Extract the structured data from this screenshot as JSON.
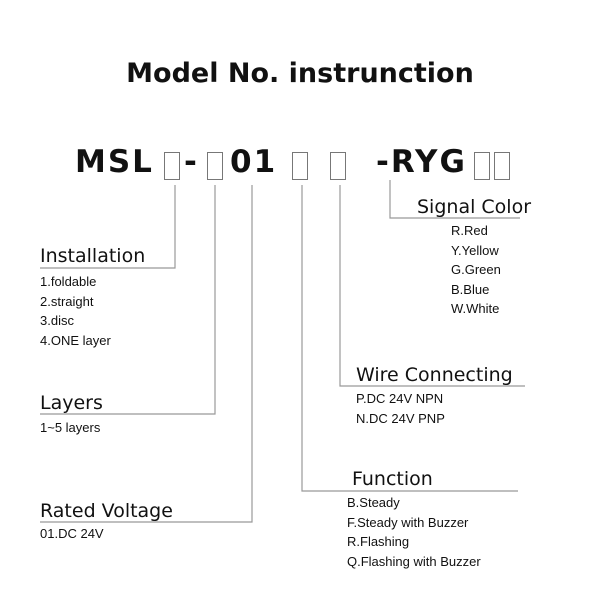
{
  "title": "Model No. instrunction",
  "code": {
    "prefix": "MSL",
    "dash1": "-",
    "mid": "01",
    "dash2": "-RYG"
  },
  "sections": {
    "signal_color": {
      "heading": "Signal Color",
      "items": [
        "R.Red",
        "Y.Yellow",
        "G.Green",
        "B.Blue",
        "W.White"
      ]
    },
    "installation": {
      "heading": "Installation",
      "items": [
        "1.foldable",
        "2.straight",
        "3.disc",
        "4.ONE layer"
      ]
    },
    "wire_connecting": {
      "heading": "Wire Connecting",
      "items": [
        "P.DC 24V NPN",
        "N.DC 24V PNP"
      ]
    },
    "layers": {
      "heading": "Layers",
      "items": [
        "1~5 layers"
      ]
    },
    "function": {
      "heading": "Function",
      "items": [
        "B.Steady",
        "F.Steady with Buzzer",
        "R.Flashing",
        "Q.Flashing with Buzzer"
      ]
    },
    "rated_voltage": {
      "heading": "Rated Voltage",
      "items": [
        "01.DC 24V"
      ]
    }
  }
}
